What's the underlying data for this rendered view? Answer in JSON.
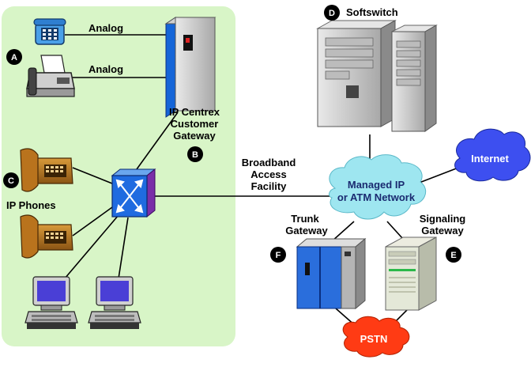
{
  "labels": {
    "analog_top": "Analog",
    "analog_bottom": "Analog",
    "gateway_line1": "IP Centrex",
    "gateway_line2": "Customer",
    "gateway_line3": "Gateway",
    "ip_phones": "IP Phones",
    "broadband_line1": "Broadband",
    "broadband_line2": "Access",
    "broadband_line3": "Facility",
    "softswitch": "Softswitch",
    "internet": "Internet",
    "managed_line1": "Managed IP",
    "managed_line2": "or ATM Network",
    "trunk_line1": "Trunk",
    "trunk_line2": "Gateway",
    "signaling_line1": "Signaling",
    "signaling_line2": "Gateway",
    "pstn": "PSTN"
  },
  "badges": {
    "a": "A",
    "b": "B",
    "c": "C",
    "d": "D",
    "e": "E",
    "f": "F"
  },
  "colors": {
    "customer_area": "#d8f5c7",
    "managed_cloud": "#9ee6f0",
    "internet_cloud": "#3d4ff0",
    "pstn_cloud": "#ff3b14",
    "switch_blue": "#1f6be0",
    "gateway_blue": "#2a6edc"
  },
  "icons": [
    "phone-icon",
    "fax-icon",
    "ip-phone-icon",
    "computer-icon",
    "switch-icon",
    "server-icon"
  ]
}
